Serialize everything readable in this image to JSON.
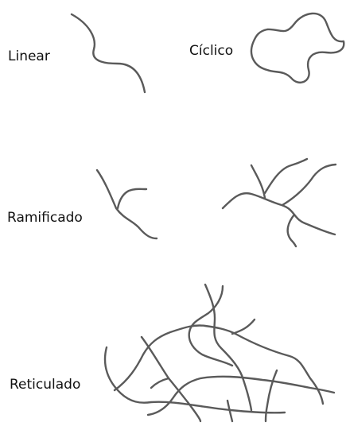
{
  "labels": {
    "linear": "Linear",
    "cyclic": "Cíclico",
    "branched": "Ramificado",
    "crosslinked": "Reticulado"
  },
  "colors": {
    "background": "#ffffff",
    "stroke": "#5a5a5a",
    "text": "#111111"
  }
}
